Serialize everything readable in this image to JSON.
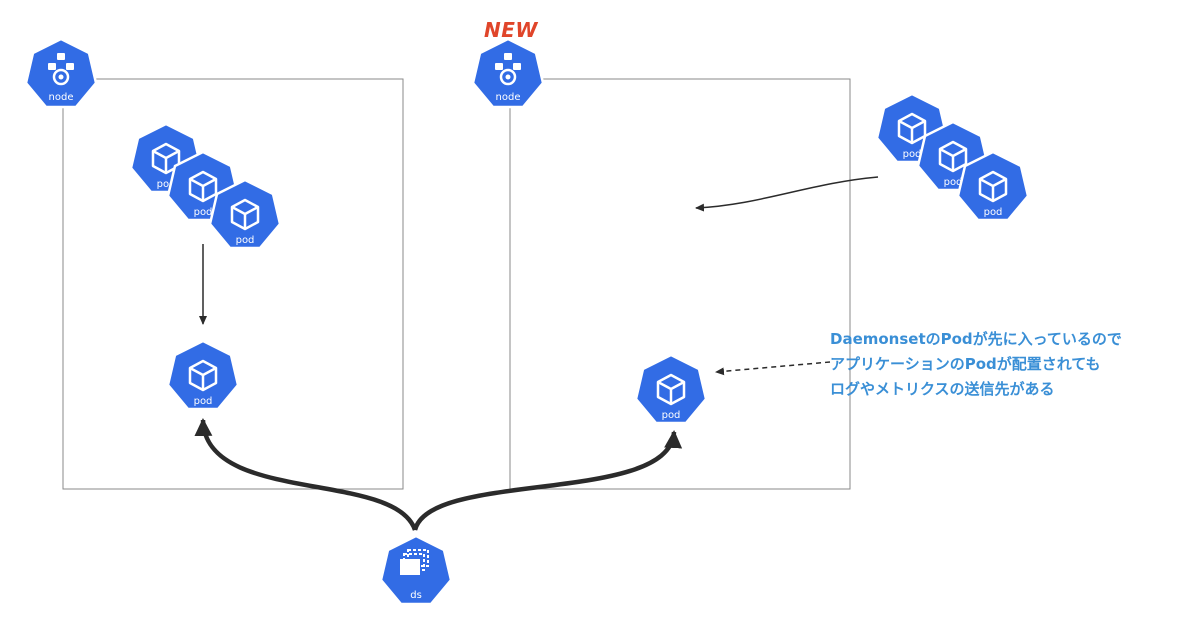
{
  "new_badge": "NEW",
  "icons": {
    "node_label": "node",
    "pod_label": "pod",
    "ds_label": "ds"
  },
  "note": {
    "lines": [
      "DaemonsetのPodが先に入っているので",
      "アプリケーションのPodが配置されても",
      "ログやメトリクスの送信先がある"
    ]
  },
  "colors": {
    "k8s_blue": "#326ce5",
    "new_red": "#e0452a",
    "note_blue": "#3a8fd6",
    "box_border": "#8a8a8a",
    "arrow": "#2b2b2b"
  }
}
